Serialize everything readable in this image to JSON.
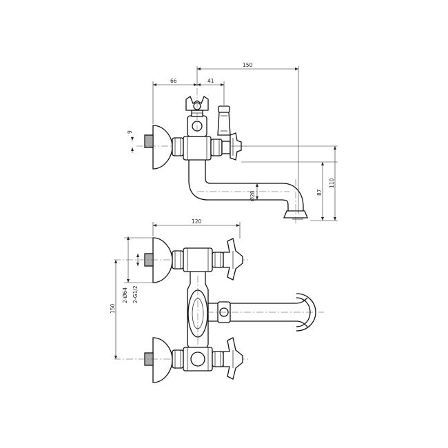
{
  "drawing": {
    "side_view": {
      "dim_top_overall": "150",
      "dim_left": "66",
      "dim_right": "41",
      "dim_small": "9",
      "dim_spout_diameter": "Ø28",
      "dim_height_inner": "87",
      "dim_height_outer": "110"
    },
    "front_view": {
      "dim_width": "120",
      "dim_centers": "150",
      "dim_pipe_diameter": "2-Ø64",
      "dim_thread": "2-G1/2"
    }
  }
}
